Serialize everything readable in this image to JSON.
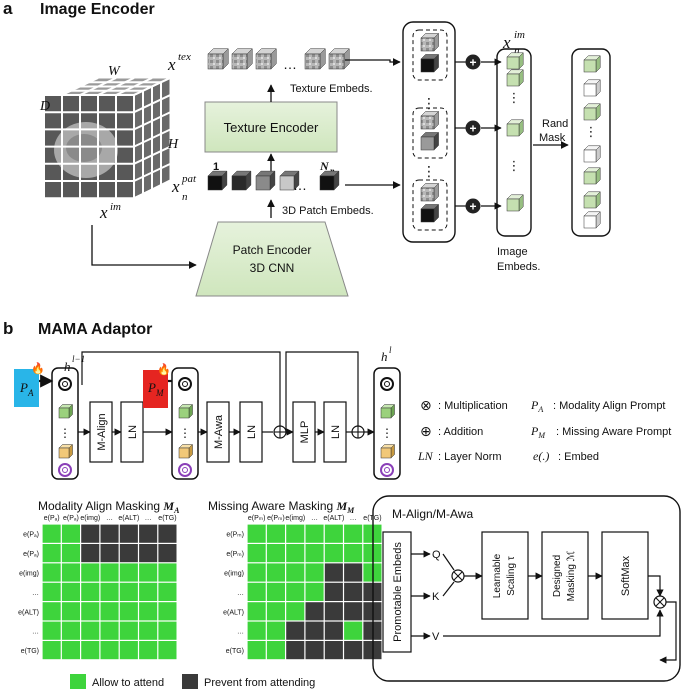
{
  "panel_a": {
    "letter": "a",
    "title": "Image Encoder",
    "cube_dims": {
      "w": "W",
      "h": "H",
      "d": "D"
    },
    "x_im": "x",
    "x_im_sup": "im",
    "x_tex": "x",
    "x_tex_sup": "tex",
    "x_pat": "x",
    "x_pat_sup": "pat",
    "x_pat_sub": "n",
    "patch_first": "1",
    "patch_last": "N",
    "patch_last_sub": "p",
    "ellipsis": "…",
    "texture_embeds": "Texture Embeds.",
    "patch_embeds": "3D Patch Embeds.",
    "texture_encoder": "Texture Encoder",
    "patch_encoder_line1": "Patch Encoder",
    "patch_encoder_line2": "3D CNN",
    "plus": "+",
    "x_n_im": "x",
    "x_n_im_sup": "im",
    "x_n_im_sub": "n",
    "rand_mask_line1": "Rand",
    "rand_mask_line2": "Mask",
    "image_embeds_line1": "Image",
    "image_embeds_line2": "Embeds."
  },
  "panel_b": {
    "letter": "b",
    "title": "MAMA Adaptor",
    "pa_label": "P",
    "pa_sub": "A",
    "pm_label": "P",
    "pm_sub": "M",
    "h_prev": "h",
    "h_prev_sup": "l−1",
    "h_next": "h",
    "h_next_sup": "l",
    "m_align": "M-Align",
    "ln": "LN",
    "m_awa": "M-Awa",
    "mlp": "MLP",
    "legend": [
      {
        "symbol": "⊗",
        "text": ": Multiplication"
      },
      {
        "symbol": "⊕",
        "text": ": Addition"
      },
      {
        "symbol": "LN",
        "text": ": Layer Norm"
      },
      {
        "symbol": "P_A",
        "text": ": Modality Align Prompt"
      },
      {
        "symbol": "P_M",
        "text": ": Missing Aware Prompt"
      },
      {
        "symbol": "e(.)",
        "text": ": Embed"
      }
    ],
    "mask_left_title": "Modality Align Masking ",
    "mask_left_symbol": "M",
    "mask_left_sub": "A",
    "mask_right_title": "Missing Aware Masking ",
    "mask_right_symbol": "M",
    "mask_right_sub": "M",
    "left_col_labels": [
      "e(P_A)",
      "e(P_A)",
      "e(img)",
      "…",
      "e(ALT)",
      "…",
      "e(TG)"
    ],
    "left_row_labels": [
      "e(P_A)",
      "e(P_A)",
      "e(img)",
      "…",
      "e(ALT)",
      "…",
      "e(TG)"
    ],
    "right_col_labels": [
      "e(P_M)",
      "e(P_M)",
      "e(img)",
      "…",
      "e(ALT)",
      "…",
      "e(TG)"
    ],
    "right_row_labels": [
      "e(P_M)",
      "e(P_M)",
      "e(img)",
      "…",
      "e(ALT)",
      "…",
      "e(TG)"
    ],
    "allow_label": "Allow to attend",
    "prevent_label": "Prevent from attending",
    "allow_color": "#3ed43c",
    "prevent_color": "#3a3a3a",
    "detail_title": "M-Align/M-Awa",
    "promotable": "Promotable Embeds",
    "q": "Q",
    "k": "K",
    "v": "V",
    "scaling_line1": "Learnable",
    "scaling_line2": "Scaling τ",
    "masking_line1": "Designed",
    "masking_line2": "Masking ℳ",
    "softmax": "SoftMax"
  }
}
